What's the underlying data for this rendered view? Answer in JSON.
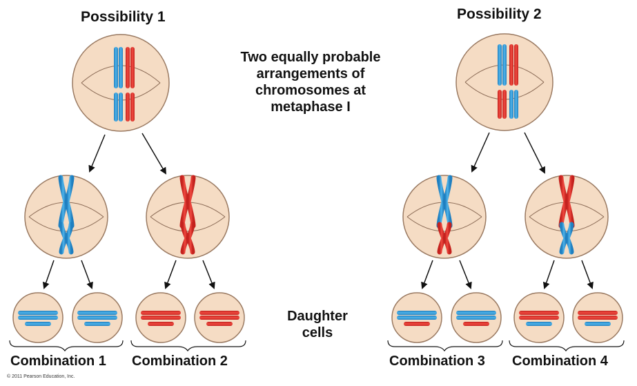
{
  "possibilities": [
    {
      "title": "Possibility 1"
    },
    {
      "title": "Possibility 2"
    }
  ],
  "center_caption": {
    "line1": "Two equally probable",
    "line2": "arrangements of",
    "line3": "chromosomes at",
    "line4": "metaphase I"
  },
  "daughter_caption": {
    "line1": "Daughter",
    "line2": "cells"
  },
  "combinations": [
    {
      "label": "Combination 1"
    },
    {
      "label": "Combination 2"
    },
    {
      "label": "Combination 3"
    },
    {
      "label": "Combination 4"
    }
  ],
  "copyright": "© 2011 Pearson Education, Inc.",
  "colors": {
    "cell_fill": "#f5dcc4",
    "cell_stroke": "#9a7a62",
    "blue": "#2a9ad6",
    "red": "#e0302c",
    "spindle": "#8a6a55"
  }
}
